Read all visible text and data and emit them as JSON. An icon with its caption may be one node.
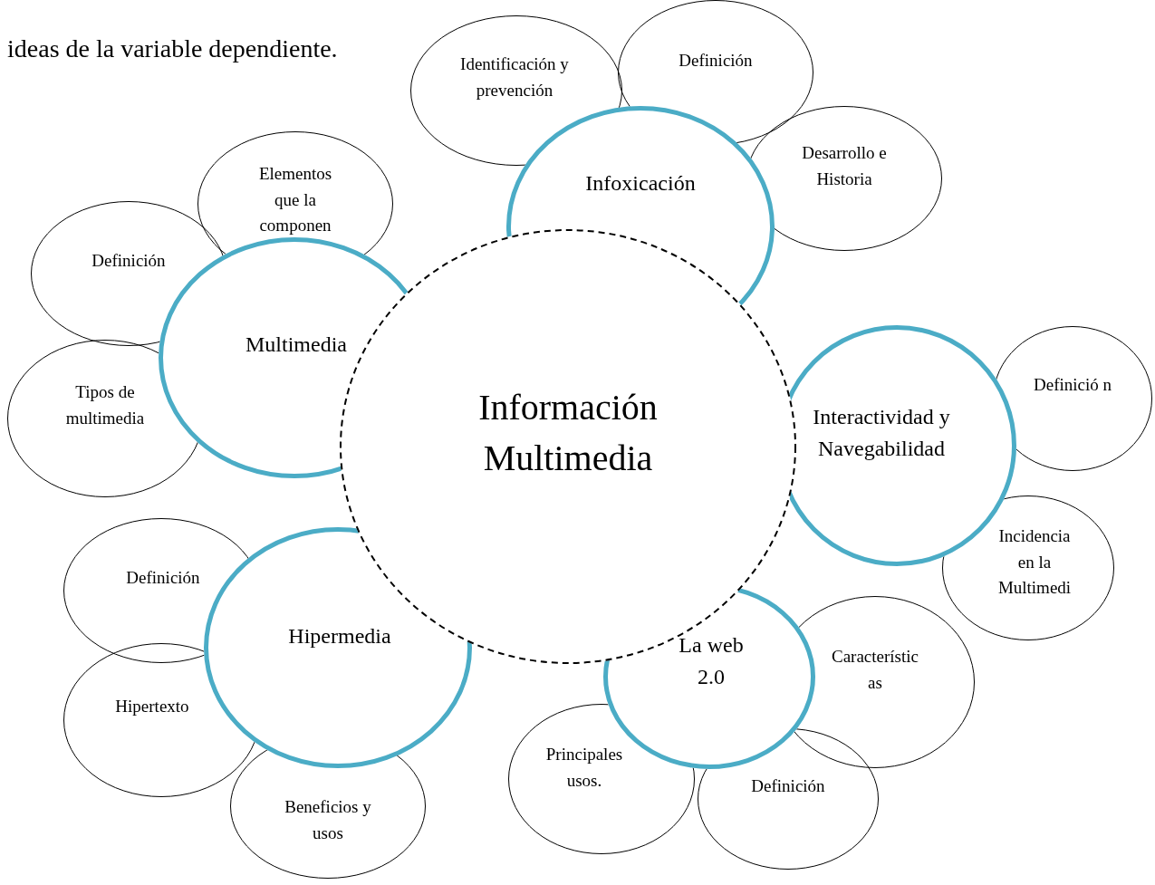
{
  "diagram": {
    "nodes": [
      {
        "text": [
          "Información Multimedia"
        ]
      },
      {
        "text": [
          "Infoxicación"
        ]
      },
      {
        "text": [
          "Identificación y prevención"
        ]
      },
      {
        "text": [
          "Definición"
        ]
      },
      {
        "text": [
          "Desarrollo e Historia"
        ]
      },
      {
        "text": [
          "Multimedia"
        ]
      },
      {
        "text": [
          "Elementos que la componen"
        ]
      },
      {
        "text": [
          "Definición"
        ]
      },
      {
        "text": [
          "Tipos de multimedia"
        ]
      },
      {
        "text": [
          "Interactividad y Navegabilidad"
        ]
      },
      {
        "text": [
          "Definició n"
        ]
      },
      {
        "text": [
          "Incidencia en la Multimedi"
        ]
      },
      {
        "text": [
          "La web 2.0"
        ]
      },
      {
        "text": [
          "Característic as"
        ]
      },
      {
        "text": [
          "Definición"
        ]
      },
      {
        "text": [
          "Principales usos."
        ]
      },
      {
        "text": [
          "Hipermedia"
        ]
      },
      {
        "text": [
          "Definición"
        ]
      },
      {
        "text": [
          "Hipertexto"
        ]
      },
      {
        "text": [
          "Beneficios y usos"
        ]
      }
    ],
    "edges": [],
    "labels": [
      "ideas de la variable dependiente."
    ]
  }
}
